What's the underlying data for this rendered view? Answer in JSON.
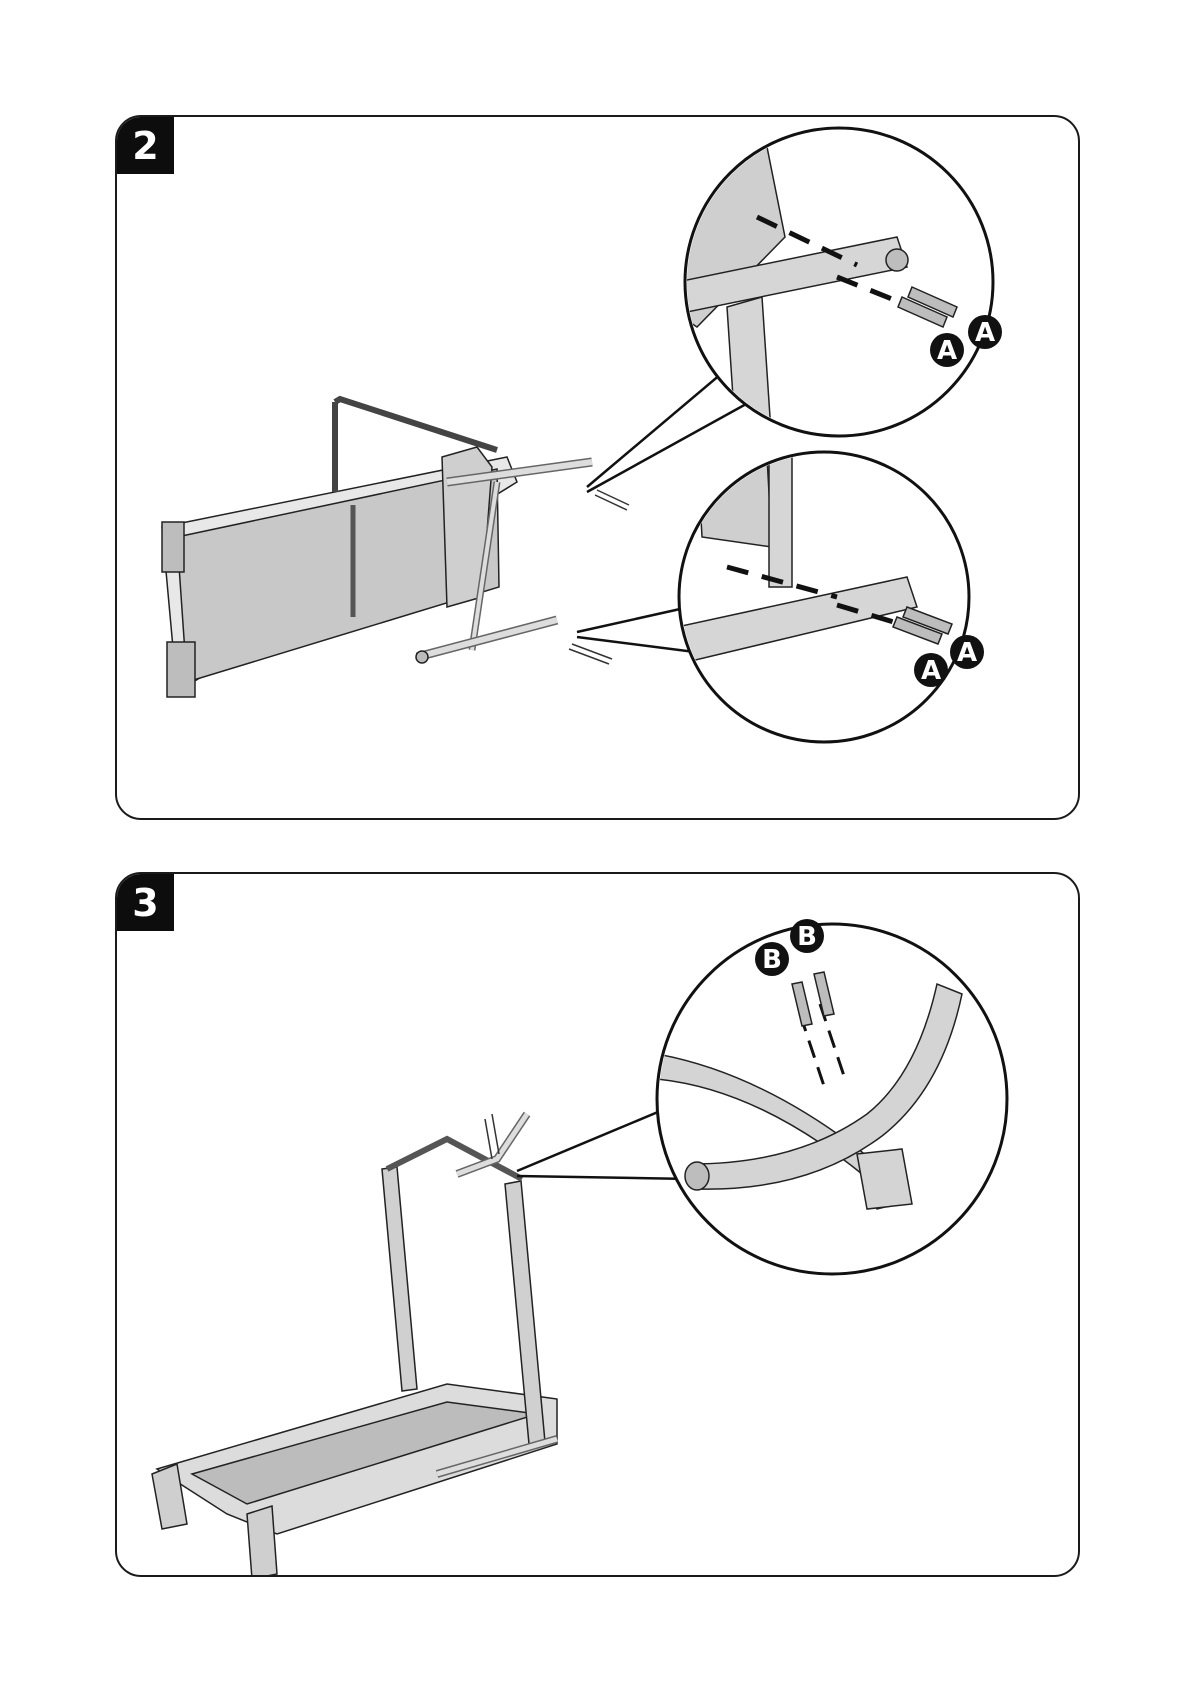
{
  "steps": [
    {
      "number": "2",
      "callouts": [
        "A",
        "A",
        "A",
        "A"
      ]
    },
    {
      "number": "3",
      "callouts": [
        "B",
        "B"
      ]
    }
  ]
}
